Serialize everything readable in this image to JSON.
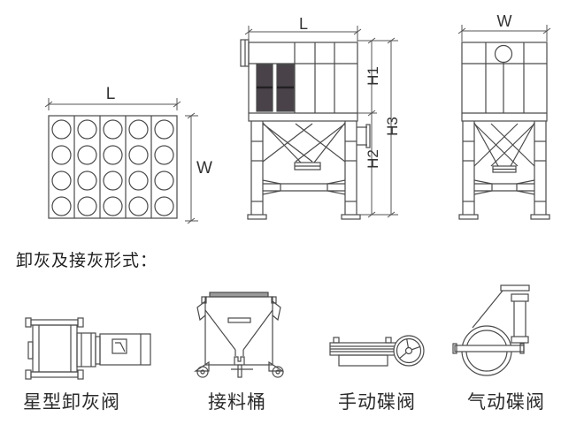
{
  "section_heading": "卸灰及接灰形式：",
  "drawing": {
    "views": {
      "top_view": {
        "length_label": "L",
        "width_label": "W",
        "filter_columns": 5,
        "filter_rows": 4
      },
      "front_view": {
        "length_label": "L",
        "height_labels": {
          "h1": "H1",
          "h2": "H2",
          "h3": "H3"
        }
      },
      "side_view": {
        "width_label": "W"
      }
    },
    "colors": {
      "line": "#4a4a4a",
      "dimension_line": "#555555",
      "access_door_panel": "#494349",
      "barrel_top_bar": "#9b9b9b",
      "background": "#ffffff"
    }
  },
  "devices": [
    {
      "label": "星型卸灰阀"
    },
    {
      "label": "接料桶"
    },
    {
      "label": "手动碟阀"
    },
    {
      "label": "气动碟阀"
    }
  ]
}
